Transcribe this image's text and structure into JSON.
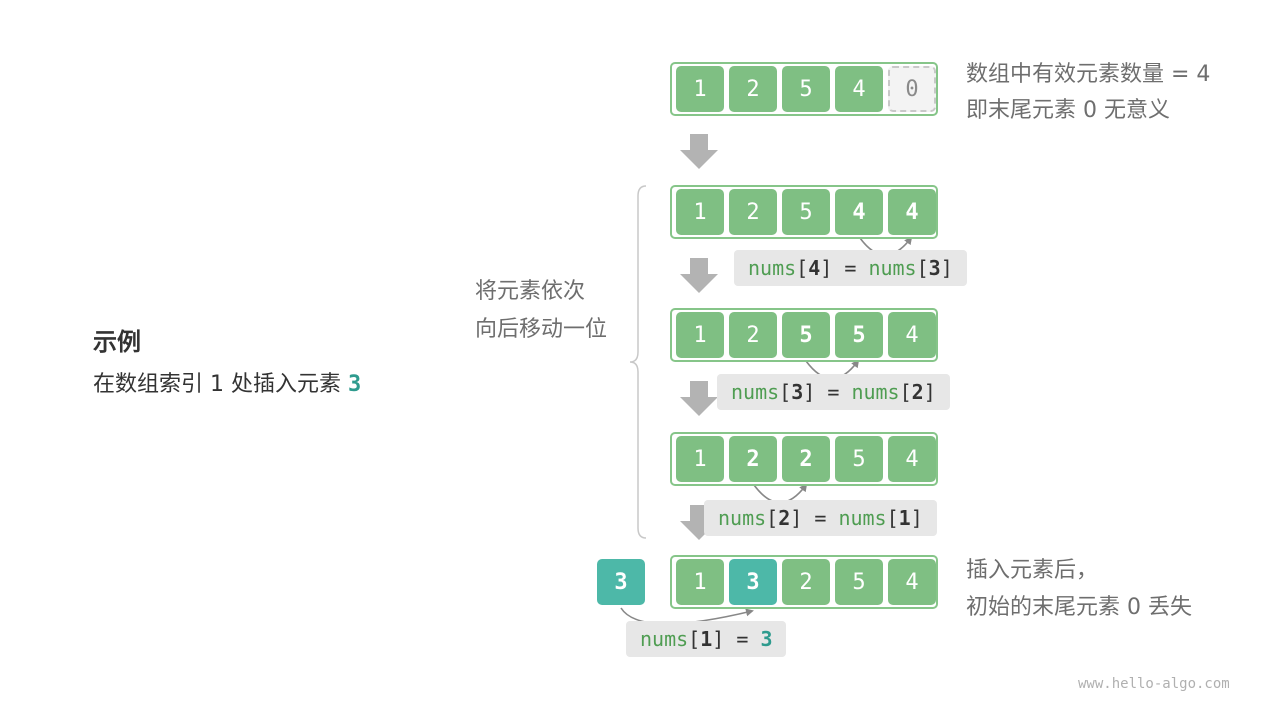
{
  "example": {
    "title": "示例",
    "desc_prefix": "在数组索引 1 处插入元素 ",
    "desc_value": "3"
  },
  "step_label": {
    "line1": "将元素依次",
    "line2": "向后移动一位"
  },
  "note_top": {
    "line1": "数组中有效元素数量 = 4",
    "line2": "即末尾元素 0 无意义"
  },
  "note_bottom": {
    "line1": "插入元素后，",
    "line2": "初始的末尾元素 0 丢失"
  },
  "rows": [
    [
      "1",
      "2",
      "5",
      "4",
      "0"
    ],
    [
      "1",
      "2",
      "5",
      "4",
      "4"
    ],
    [
      "1",
      "2",
      "5",
      "5",
      "4"
    ],
    [
      "1",
      "2",
      "2",
      "5",
      "4"
    ],
    [
      "1",
      "3",
      "2",
      "5",
      "4"
    ]
  ],
  "new_element": "3",
  "codes": [
    {
      "lhs_name": "nums",
      "lhs_idx": "4",
      "rhs_name": "nums",
      "rhs_idx": "3"
    },
    {
      "lhs_name": "nums",
      "lhs_idx": "3",
      "rhs_name": "nums",
      "rhs_idx": "2"
    },
    {
      "lhs_name": "nums",
      "lhs_idx": "2",
      "rhs_name": "nums",
      "rhs_idx": "1"
    }
  ],
  "code_final": {
    "lhs_name": "nums",
    "lhs_idx": "1",
    "value": "3"
  },
  "code_symbols": {
    "open": "[",
    "close": "]",
    "eq": " = "
  },
  "watermark": "www.hello-algo.com",
  "colors": {
    "cell_green": "#7fbf83",
    "row_border": "#86c589",
    "teal": "#4db8a8",
    "teal_text": "#2e9b8e",
    "arrow_gray": "#b3b3b3",
    "code_bg": "#e7e7e7"
  }
}
